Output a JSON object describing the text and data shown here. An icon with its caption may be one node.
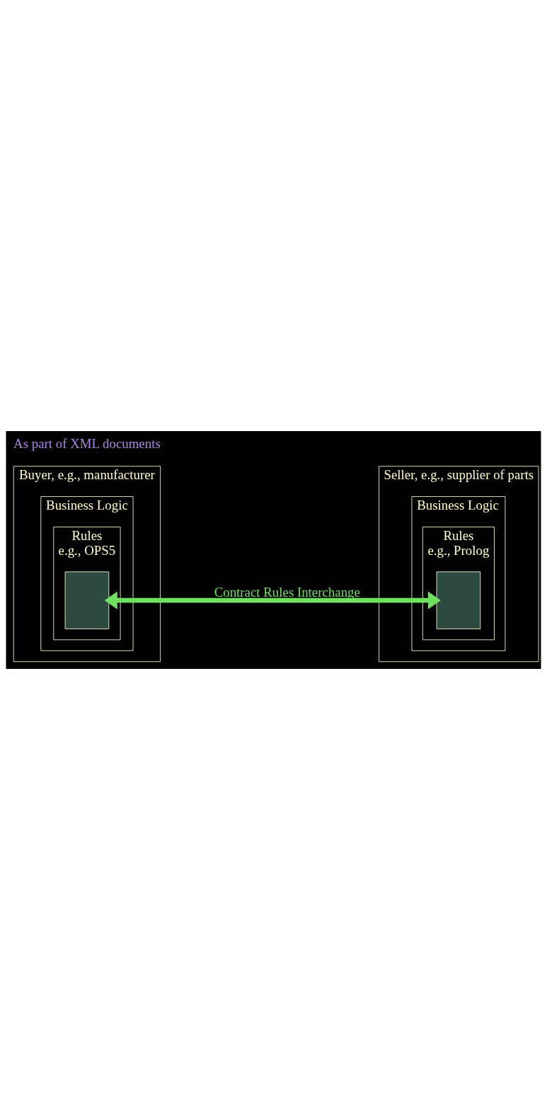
{
  "diagram": {
    "nodes": [
      {
        "text": [
          "Buyer, e.g., manufacturer"
        ]
      },
      {
        "text": [
          "Business Logic"
        ],
        "in": 0
      },
      {
        "text": [
          "Rules",
          "e.g., OPS5"
        ],
        "in": 1
      },
      {
        "text": [],
        "shape": "box",
        "in": 2
      },
      {
        "text": [
          "Seller, e.g., supplier of parts"
        ]
      },
      {
        "text": [
          "Business Logic"
        ],
        "in": 4
      },
      {
        "text": [
          "Rules",
          "e.g., Prolog"
        ],
        "in": 5
      },
      {
        "text": [],
        "shape": "box",
        "in": 6
      }
    ],
    "edges": [
      {
        "from": 3,
        "to": 7,
        "arrow": "both",
        "label": "Contract Rules Interchange",
        "color": "#70e060"
      }
    ],
    "labels": [
      "As part of XML documents"
    ]
  }
}
